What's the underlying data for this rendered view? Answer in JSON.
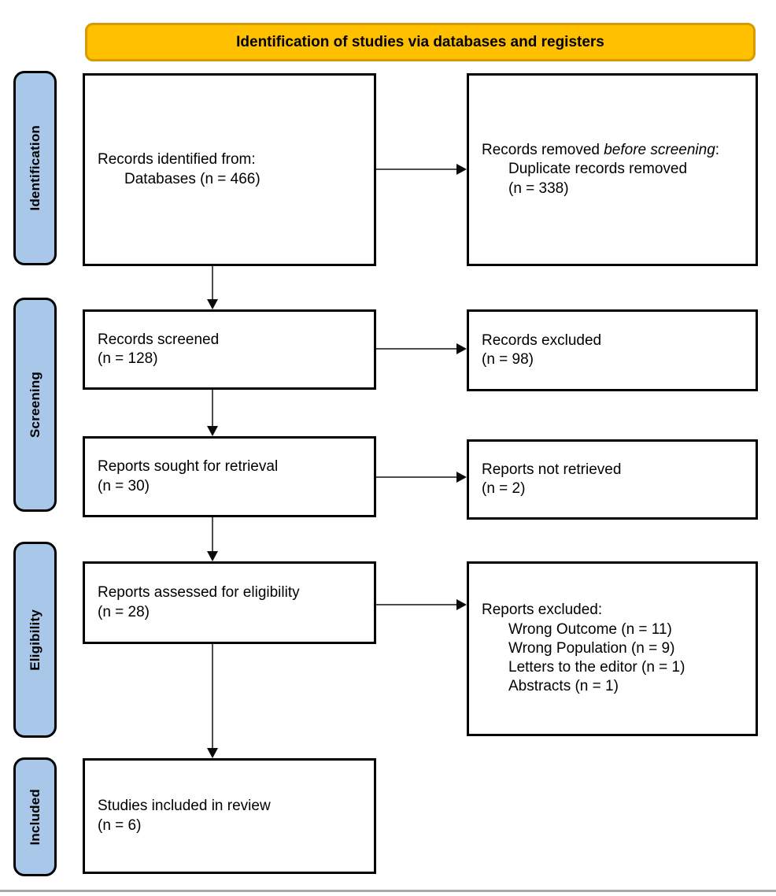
{
  "banner": {
    "label": "Identification of studies via databases and registers"
  },
  "stages": [
    {
      "label": "Identification"
    },
    {
      "label": "Screening"
    },
    {
      "label": "Eligibility"
    },
    {
      "label": "Included"
    }
  ],
  "flow": {
    "records_identified": {
      "title": "Records identified from:",
      "item": "Databases (n = 466)"
    },
    "records_removed": {
      "text_prefix": "Records removed ",
      "text_italic": "before screening",
      "text_suffix": ":",
      "item1": "Duplicate records removed",
      "item2": "(n = 338)"
    },
    "records_screened": {
      "line1": "Records screened",
      "line2": "(n = 128)"
    },
    "records_excluded": {
      "line1": "Records excluded",
      "line2": "(n = 98)"
    },
    "reports_sought": {
      "line1": "Reports sought for retrieval",
      "line2": "(n = 30)"
    },
    "reports_not_retrieved": {
      "line1": "Reports not retrieved",
      "line2": "(n = 2)"
    },
    "reports_assessed": {
      "line1": "Reports assessed for eligibility",
      "line2": "(n = 28)"
    },
    "reports_excluded": {
      "title": "Reports excluded:",
      "items": [
        "Wrong Outcome (n = 11)",
        "Wrong Population (n = 9)",
        "Letters to the editor (n = 1)",
        "Abstracts (n = 1)"
      ]
    },
    "studies_included": {
      "line1": "Studies included in review",
      "line2": "(n = 6)"
    }
  },
  "colors": {
    "banner_fill": "#FFC000",
    "banner_border": "#D79B00",
    "stage_fill": "#A9C7E8",
    "box_border": "#000000",
    "arrow": "#4d4d4d"
  }
}
